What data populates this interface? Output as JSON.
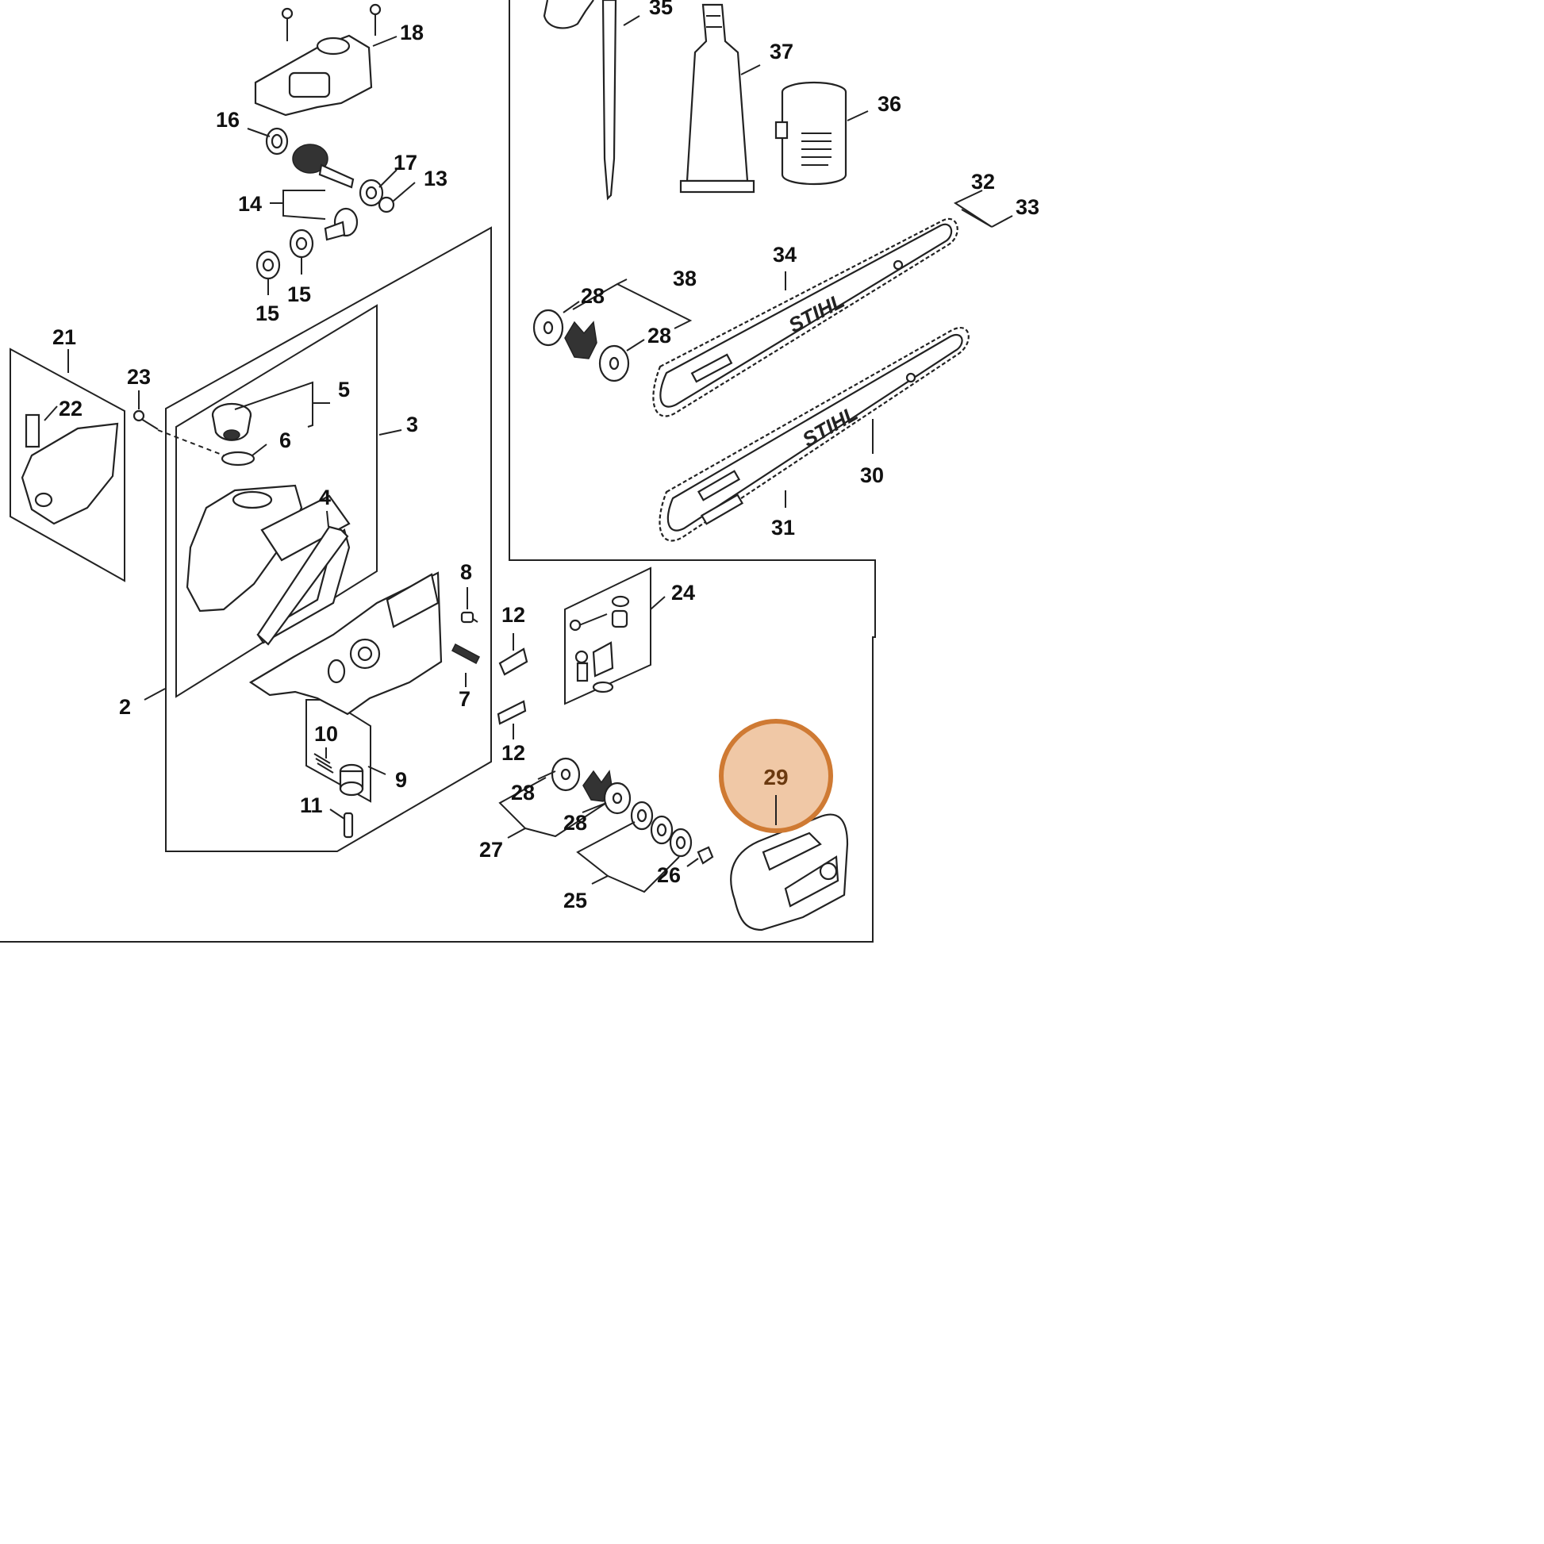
{
  "callouts": {
    "c2": "2",
    "c3": "3",
    "c4": "4",
    "c5": "5",
    "c6": "6",
    "c7": "7",
    "c8": "8",
    "c9": "9",
    "c10": "10",
    "c11": "11",
    "c12a": "12",
    "c12b": "12",
    "c13": "13",
    "c14": "14",
    "c15a": "15",
    "c15b": "15",
    "c16": "16",
    "c17": "17",
    "c18": "18",
    "c21": "21",
    "c22": "22",
    "c23": "23",
    "c24": "24",
    "c25": "25",
    "c26": "26",
    "c27": "27",
    "c28a": "28",
    "c28b": "28",
    "c28c": "28",
    "c28d": "28",
    "c30": "30",
    "c31": "31",
    "c32": "32",
    "c33": "33",
    "c34": "34",
    "c35": "35",
    "c36": "36",
    "c37": "37",
    "c38": "38"
  },
  "highlight": {
    "label": "29",
    "fill": "#f0c8a6",
    "stroke": "#cf7a33"
  },
  "brand": {
    "bar_upper": "STIHL",
    "bar_lower": "STIHL"
  }
}
